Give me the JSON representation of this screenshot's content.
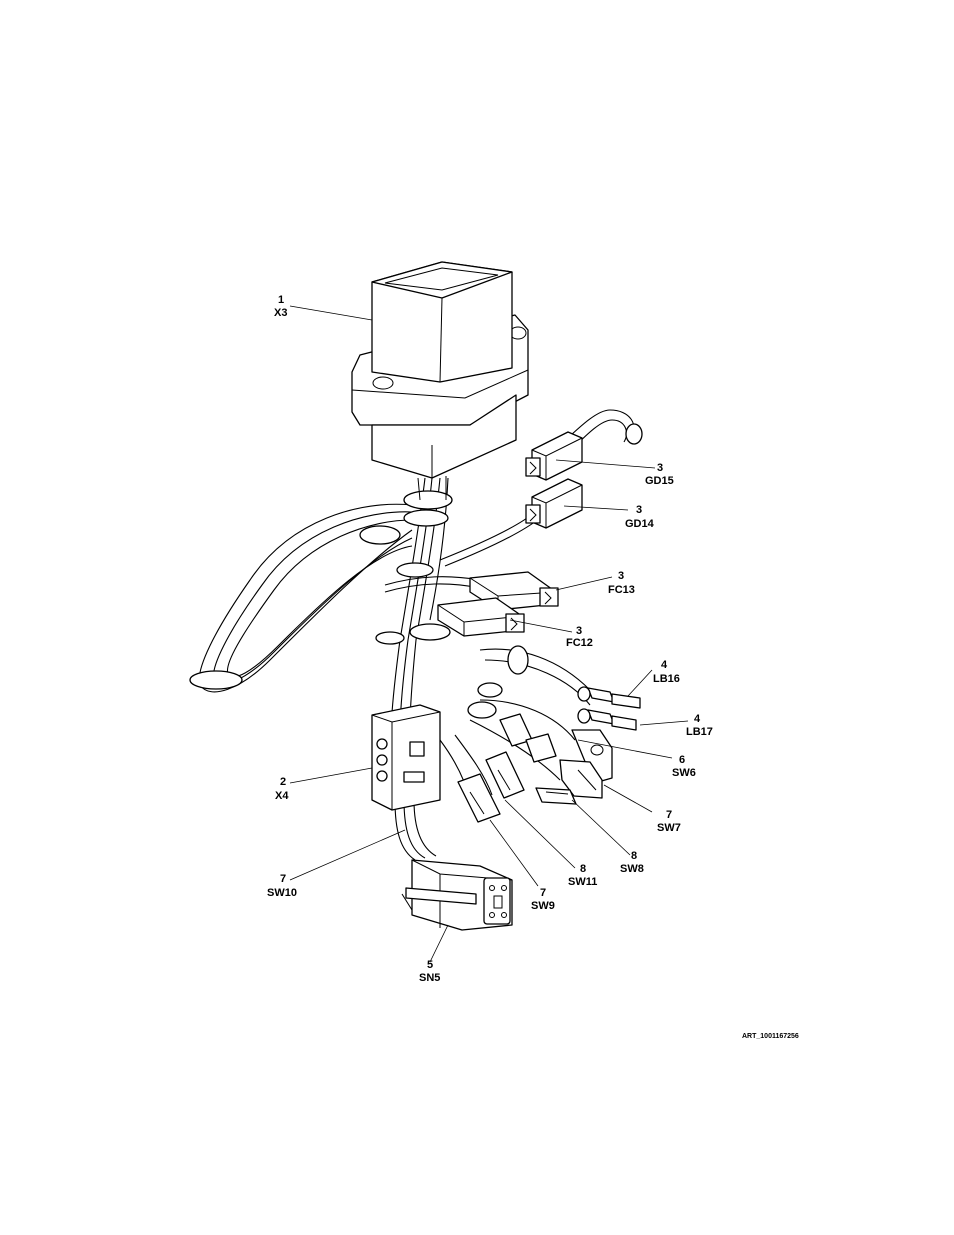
{
  "callouts": [
    {
      "id": "x3",
      "number": "1",
      "code": "X3"
    },
    {
      "id": "gd15",
      "number": "3",
      "code": "GD15"
    },
    {
      "id": "gd14",
      "number": "3",
      "code": "GD14"
    },
    {
      "id": "fc13",
      "number": "3",
      "code": "FC13"
    },
    {
      "id": "fc12",
      "number": "3",
      "code": "FC12"
    },
    {
      "id": "lb16",
      "number": "4",
      "code": "LB16"
    },
    {
      "id": "lb17",
      "number": "4",
      "code": "LB17"
    },
    {
      "id": "sw6",
      "number": "6",
      "code": "SW6"
    },
    {
      "id": "sw7",
      "number": "7",
      "code": "SW7"
    },
    {
      "id": "sw8",
      "number": "8",
      "code": "SW8"
    },
    {
      "id": "x4",
      "number": "2",
      "code": "X4"
    },
    {
      "id": "sw11",
      "number": "8",
      "code": "SW11"
    },
    {
      "id": "sw9",
      "number": "7",
      "code": "SW9"
    },
    {
      "id": "sw10",
      "number": "7",
      "code": "SW10"
    },
    {
      "id": "sn5",
      "number": "5",
      "code": "SN5"
    }
  ],
  "art_id": "ART_1001167256",
  "colors": {
    "line": "#000000",
    "background": "#ffffff"
  }
}
